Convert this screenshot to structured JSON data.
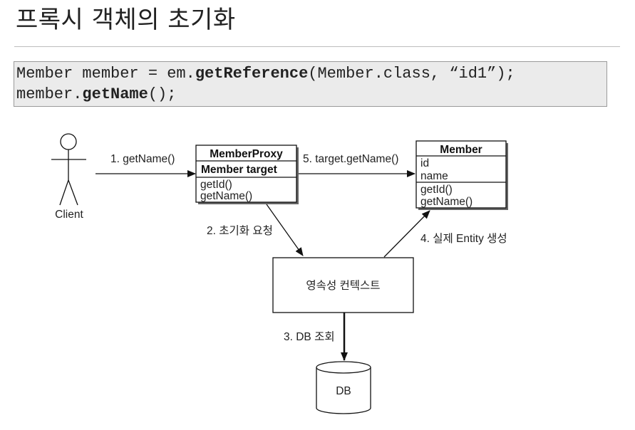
{
  "title": "프록시 객체의 초기화",
  "code": {
    "line1": {
      "before": "Member member = em.",
      "method": "getReference",
      "after": "(Member.class, “id1”);"
    },
    "line2": {
      "before": "member.",
      "method": "getName",
      "after": "();"
    }
  },
  "diagram": {
    "client_label": "Client",
    "proxy": {
      "name": "MemberProxy",
      "field": "Member target",
      "methods": [
        "getId()",
        "getName()"
      ]
    },
    "member": {
      "name": "Member",
      "fields": [
        "id",
        "name"
      ],
      "methods": [
        "getId()",
        "getName()"
      ]
    },
    "context_label": "영속성 컨텍스트",
    "db_label": "DB",
    "steps": [
      "1. getName()",
      "2. 초기화 요청",
      "3. DB 조회",
      "4. 실제 Entity 생성",
      "5. target.getName()"
    ]
  }
}
